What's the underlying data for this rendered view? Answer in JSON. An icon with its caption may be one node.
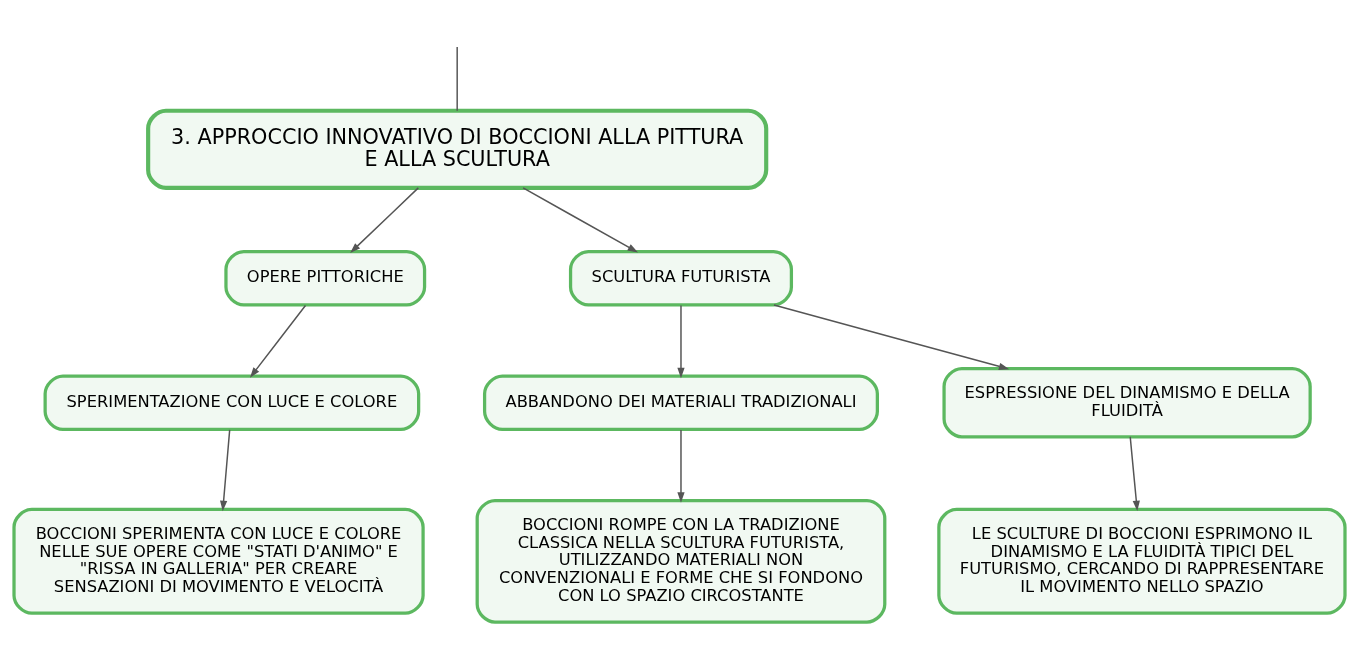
{
  "diagram": {
    "nodes": [
      {
        "text": [
          "3. APPROCCIO INNOVATIVO DI BOCCIONI ALLA PITTURA E ALLA SCULTURA"
        ]
      },
      {
        "text": [
          "OPERE PITTORICHE"
        ]
      },
      {
        "text": [
          "SCULTURA FUTURISTA"
        ]
      },
      {
        "text": [
          "SPERIMENTAZIONE CON LUCE E COLORE"
        ]
      },
      {
        "text": [
          "ABBANDONO DEI MATERIALI TRADIZIONALI"
        ]
      },
      {
        "text": [
          "ESPRESSIONE DEL DINAMISMO E DELLA FLUIDITÀ"
        ]
      },
      {
        "text": [
          "BOCCIONI SPERIMENTA CON LUCE E COLORE NELLE SUE OPERE COME \"STATI D'ANIMO\" E \"RISSA IN GALLERIA\" PER CREARE SENSAZIONI DI MOVIMENTO E VELOCITÀ"
        ]
      },
      {
        "text": [
          "BOCCIONI ROMPE CON LA TRADIZIONE CLASSICA NELLA SCULTURA FUTURISTA, UTILIZZANDO MATERIALI NON CONVENZIONALI E FORME CHE SI FONDONO CON LO SPAZIO CIRCOSTANTE"
        ]
      },
      {
        "text": [
          "LE SCULTURE DI BOCCIONI ESPRIMONO IL DINAMISMO E LA FLUIDITÀ TIPICI DEL FUTURISMO, CERCANDO DI RAPPRESENTARE IL MOVIMENTO NELLO SPAZIO"
        ]
      }
    ],
    "edges": [
      {
        "from": null,
        "to": 0,
        "arrow": "none"
      },
      {
        "from": 0,
        "to": 1,
        "arrow": "to"
      },
      {
        "from": 0,
        "to": 2,
        "arrow": "to"
      },
      {
        "from": 1,
        "to": 3,
        "arrow": "to"
      },
      {
        "from": 2,
        "to": 4,
        "arrow": "to"
      },
      {
        "from": 2,
        "to": 5,
        "arrow": "to"
      },
      {
        "from": 3,
        "to": 6,
        "arrow": "to"
      },
      {
        "from": 4,
        "to": 7,
        "arrow": "to"
      },
      {
        "from": 5,
        "to": 8,
        "arrow": "to"
      }
    ]
  }
}
